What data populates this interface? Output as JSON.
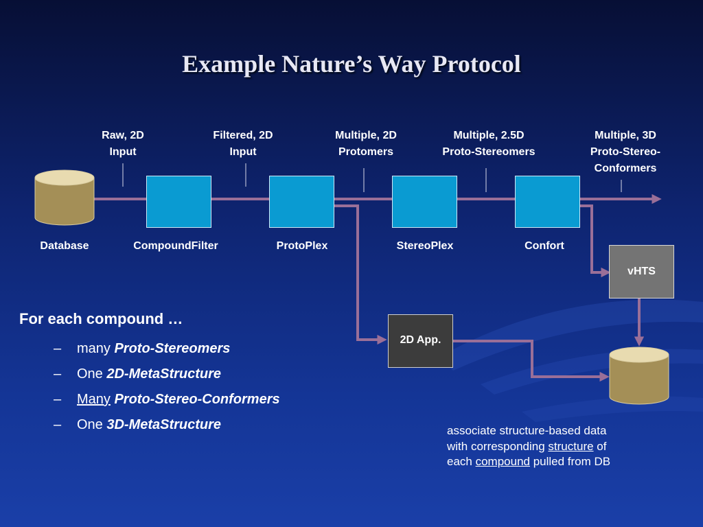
{
  "title": "Example Nature’s Way Protocol",
  "stage_labels": [
    {
      "line1": "Raw, 2D",
      "line2": "Input"
    },
    {
      "line1": "Filtered, 2D",
      "line2": "Input"
    },
    {
      "line1": "Multiple, 2D",
      "line2": "Protomers"
    },
    {
      "line1": "Multiple, 2.5D",
      "line2": "Proto-Stereomers"
    },
    {
      "line1": "Multiple, 3D",
      "line2": "Proto-Stereo-",
      "line3": "Conformers"
    }
  ],
  "nodes": {
    "database": "Database",
    "compound_filter": "CompoundFilter",
    "protoplex": "ProtoPlex",
    "stereoplex": "StereoPlex",
    "confort": "Confort",
    "vhts": "vHTS",
    "app_2d": "2D App."
  },
  "bullets": {
    "heading": "For each compound …",
    "items": [
      {
        "dash": "–",
        "plain": "many ",
        "emph": "Proto-Stereomers"
      },
      {
        "dash": "–",
        "plain": "One ",
        "emph": "2D-MetaStructure"
      },
      {
        "dash": "–",
        "underlined": "Many",
        "emph": "Proto-Stereo-Conformers"
      },
      {
        "dash": "–",
        "plain": "One ",
        "emph": "3D-MetaStructure"
      }
    ]
  },
  "note": {
    "line1": "associate structure-based data",
    "line2_pre": "with corresponding ",
    "line2_link": "structure",
    "line2_post": " of",
    "line3_pre": "each ",
    "line3_link": "compound",
    "line3_post": " pulled from DB"
  },
  "colors": {
    "background_top": "#070f35",
    "background_bottom": "#1a3fa8",
    "process_box": "#0a9bd2",
    "arrow": "#9a6f98",
    "database": "#a48f57",
    "vhts_box": "#747474",
    "app_box": "#3c3c3c"
  }
}
